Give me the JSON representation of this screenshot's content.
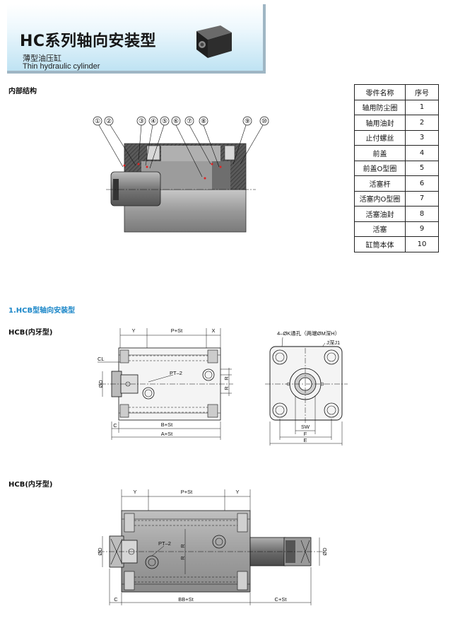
{
  "header": {
    "title": "HC系列轴向安装型",
    "subtitle_cn": "薄型油压缸",
    "subtitle_en": "Thin hydraulic cylinder"
  },
  "section_internal": "内部结构",
  "parts_table": {
    "headers": [
      "零件名称",
      "序号"
    ],
    "rows": [
      {
        "name": "轴用防尘圈",
        "no": "1"
      },
      {
        "name": "轴用油封",
        "no": "2"
      },
      {
        "name": "止付螺丝",
        "no": "3"
      },
      {
        "name": "前盖",
        "no": "4"
      },
      {
        "name": "前盖O型圈",
        "no": "5"
      },
      {
        "name": "活塞杆",
        "no": "6"
      },
      {
        "name": "活塞内O型圈",
        "no": "7"
      },
      {
        "name": "活塞油封",
        "no": "8"
      },
      {
        "name": "活塞",
        "no": "9"
      },
      {
        "name": "缸筒本体",
        "no": "10"
      }
    ]
  },
  "callouts": [
    "①",
    "②",
    "③",
    "④",
    "⑤",
    "⑥",
    "⑦",
    "⑧",
    "⑨",
    "⑩"
  ],
  "section_hcb": "1.HCB型轴向安装型",
  "drawing1": {
    "label": "HCB(内牙型)",
    "dims": {
      "y": "Y",
      "pst": "P+St",
      "x": "X",
      "cl": "CL",
      "od": "ØD",
      "pt": "PT–2",
      "r1": "R",
      "r2": "R",
      "c": "C",
      "bst": "B+St",
      "ast": "A+St"
    }
  },
  "end_view": {
    "k_note": "4–ØK通孔（两端ØM深H）",
    "j_note": "J深J1",
    "sw": "SW",
    "f": "F",
    "e": "E"
  },
  "drawing2": {
    "label": "HCB(内牙型)",
    "dims": {
      "y1": "Y",
      "pst": "P+St",
      "y2": "Y",
      "od1": "ØD",
      "pt": "PT–2",
      "r1": "R",
      "r2": "R",
      "od2": "ØD",
      "c": "C",
      "bbst": "BB+St",
      "cst": "C+St"
    }
  }
}
